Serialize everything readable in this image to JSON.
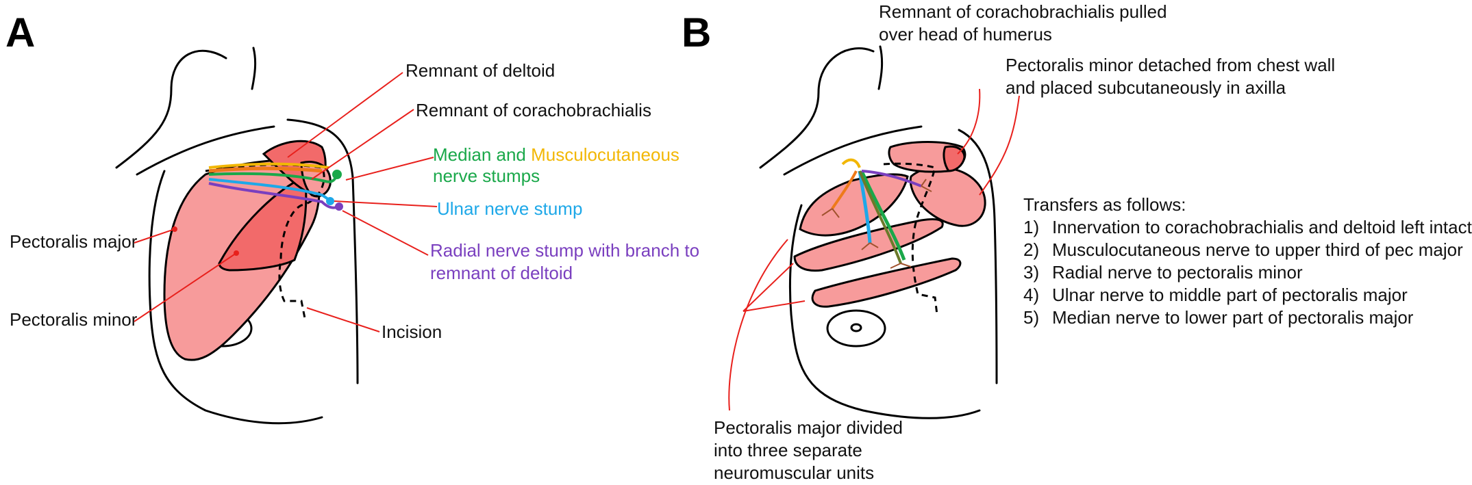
{
  "panels": {
    "a": {
      "letter": "A"
    },
    "b": {
      "letter": "B"
    }
  },
  "colors": {
    "muscle_light": "#f79b9b",
    "muscle_dark": "#f26a6a",
    "leader_red": "#e8201c",
    "median_green": "#1aa84a",
    "musculocutaneous_yellow": "#f2b705",
    "ulnar_blue": "#1ea8e8",
    "radial_purple": "#7a3fbf",
    "orange": "#ee7a1a",
    "olive": "#6b7a2a"
  },
  "panel_a": {
    "remnant_deltoid": "Remnant of deltoid",
    "remnant_coracobrachialis": "Remnant of corachobrachialis",
    "median_word": "Median and ",
    "musculocutaneous_word": "Musculocutaneous",
    "nerve_stumps": "nerve stumps",
    "ulnar_stump": "Ulnar nerve stump",
    "radial_line1": "Radial nerve stump with branch to",
    "radial_line2": "remnant of deltoid",
    "pectoralis_major": "Pectoralis major",
    "pectoralis_minor": "Pectoralis minor",
    "incision": "Incision"
  },
  "panel_b": {
    "coracobrachialis_line1": "Remnant of corachobrachialis pulled",
    "coracobrachialis_line2": "over head of humerus",
    "pec_minor_line1": "Pectoralis minor detached from chest wall",
    "pec_minor_line2": "and placed subcutaneously in axilla",
    "pec_major_line1": "Pectoralis major divided",
    "pec_major_line2": "into three separate",
    "pec_major_line3": "neuromuscular units",
    "transfers_title": "Transfers as follows:",
    "transfers": [
      {
        "num": "1)",
        "text": "Innervation to corachobrachialis and deltoid left intact"
      },
      {
        "num": "2)",
        "text": "Musculocutaneous nerve to upper third of pec major"
      },
      {
        "num": "3)",
        "text": "Radial nerve to pectoralis minor"
      },
      {
        "num": "4)",
        "text": "Ulnar nerve to middle part of pectoralis major"
      },
      {
        "num": "5)",
        "text": "Median nerve to lower part of pectoralis major"
      }
    ]
  }
}
